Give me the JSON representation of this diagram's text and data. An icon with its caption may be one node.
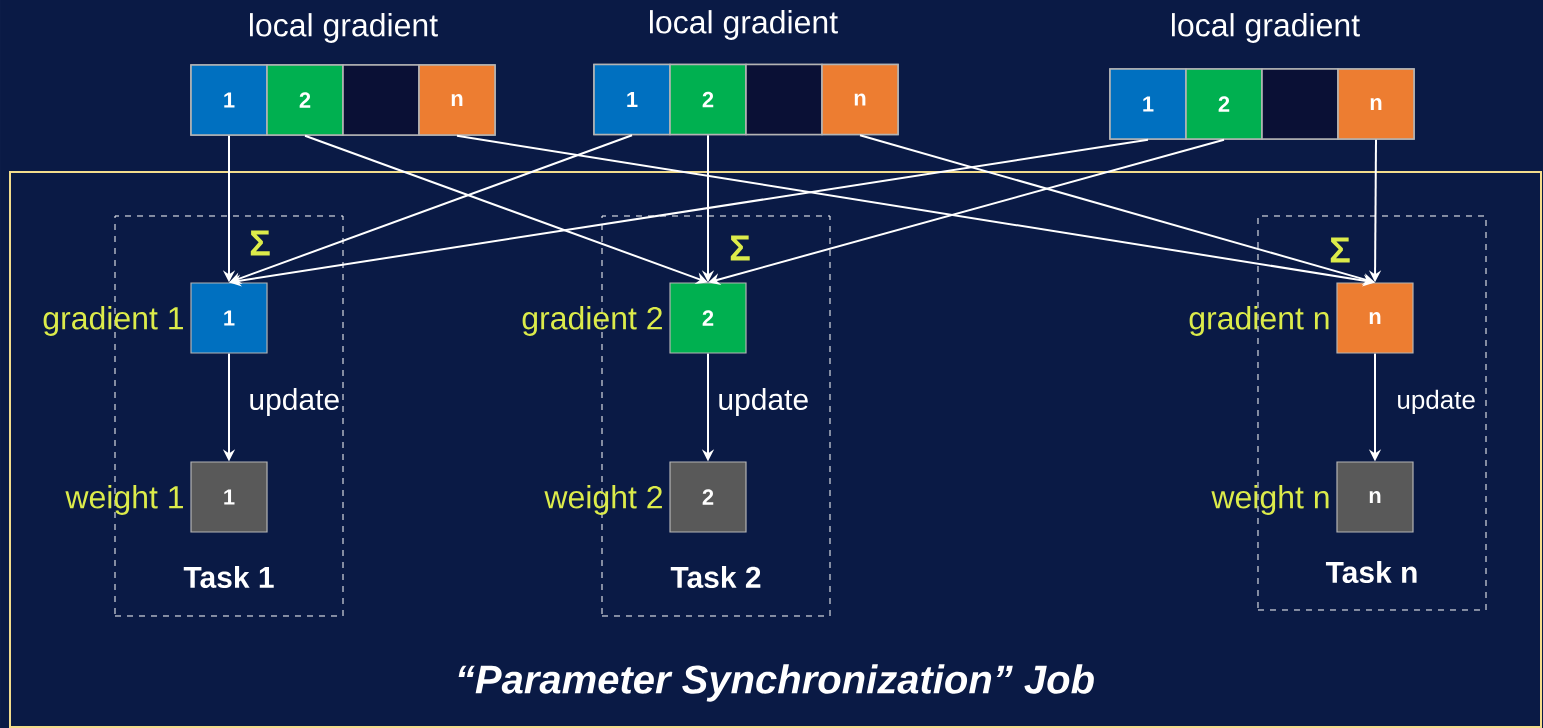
{
  "diagram": {
    "nodes": [
      {
        "text": [
          "local gradient"
        ]
      },
      {
        "text": [
          "1"
        ],
        "in": 0
      },
      {
        "text": [
          "2"
        ],
        "in": 0
      },
      {
        "text": [],
        "shape": "box",
        "in": 0
      },
      {
        "text": [
          "n"
        ],
        "in": 0
      },
      {
        "text": [
          "local gradient"
        ]
      },
      {
        "text": [
          "1"
        ],
        "in": 5
      },
      {
        "text": [
          "2"
        ],
        "in": 5
      },
      {
        "text": [],
        "shape": "box",
        "in": 5
      },
      {
        "text": [
          "n"
        ],
        "in": 5
      },
      {
        "text": [
          "local gradient"
        ]
      },
      {
        "text": [
          "1"
        ],
        "in": 10
      },
      {
        "text": [
          "2"
        ],
        "in": 10
      },
      {
        "text": [],
        "shape": "box",
        "in": 10
      },
      {
        "text": [
          "n"
        ],
        "in": 10
      },
      {
        "text": [
          "“Parameter Synchronization” Job"
        ]
      },
      {
        "text": [
          "Task 1"
        ],
        "in": 15
      },
      {
        "text": [
          "1"
        ],
        "beside": [
          "gradient 1"
        ],
        "in": 16
      },
      {
        "text": [
          "1"
        ],
        "beside": [
          "weight 1"
        ],
        "in": 16
      },
      {
        "text": [
          "Task 2"
        ],
        "in": 15
      },
      {
        "text": [
          "2"
        ],
        "beside": [
          "gradient 2"
        ],
        "in": 19
      },
      {
        "text": [
          "2"
        ],
        "beside": [
          "weight 2"
        ],
        "in": 19
      },
      {
        "text": [
          "Task n"
        ],
        "in": 15
      },
      {
        "text": [
          "n"
        ],
        "beside": [
          "gradient n"
        ],
        "in": 22
      },
      {
        "text": [
          "n"
        ],
        "beside": [
          "weight n"
        ],
        "in": 22
      }
    ],
    "edges": [
      {
        "from": 1,
        "to": 17,
        "arrow": "to"
      },
      {
        "from": 6,
        "to": 17,
        "arrow": "to"
      },
      {
        "from": 11,
        "to": 17,
        "arrow": "to"
      },
      {
        "from": 2,
        "to": 20,
        "arrow": "to"
      },
      {
        "from": 7,
        "to": 20,
        "arrow": "to"
      },
      {
        "from": 12,
        "to": 20,
        "arrow": "to"
      },
      {
        "from": 4,
        "to": 23,
        "arrow": "to"
      },
      {
        "from": 9,
        "to": 23,
        "arrow": "to"
      },
      {
        "from": 14,
        "to": 23,
        "arrow": "to"
      },
      {
        "from": 17,
        "to": 18,
        "label": "update",
        "arrow": "to"
      },
      {
        "from": 20,
        "to": 21,
        "label": "update",
        "arrow": "to"
      },
      {
        "from": 23,
        "to": 24,
        "label": "update",
        "arrow": "to"
      }
    ],
    "labels": [
      "Σ",
      "Σ",
      "Σ"
    ]
  }
}
